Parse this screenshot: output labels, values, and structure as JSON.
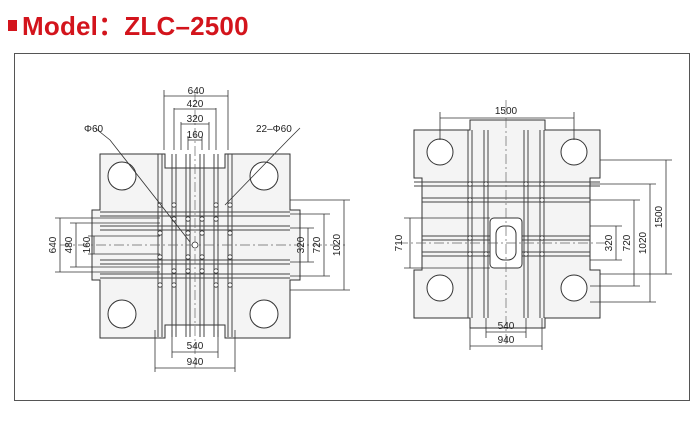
{
  "title": "Model：ZLC–2500",
  "colors": {
    "title": "#d3141c",
    "plate_fill": "#f4f4f4",
    "line": "#333333"
  },
  "left_platen": {
    "top_dims": [
      "640",
      "420",
      "320",
      "160"
    ],
    "bottom_dims": [
      "540",
      "940"
    ],
    "left_dims": [
      "640",
      "480",
      "160"
    ],
    "right_dims": [
      "320",
      "720",
      "1020"
    ],
    "callout_hole": "Φ60",
    "callout_holes_count": "22–Φ60"
  },
  "right_platen": {
    "top_dims": [
      "1500"
    ],
    "bottom_dims": [
      "540",
      "940"
    ],
    "left_dims": [
      "710"
    ],
    "right_dims": [
      "320",
      "720",
      "1020",
      "1500"
    ]
  }
}
